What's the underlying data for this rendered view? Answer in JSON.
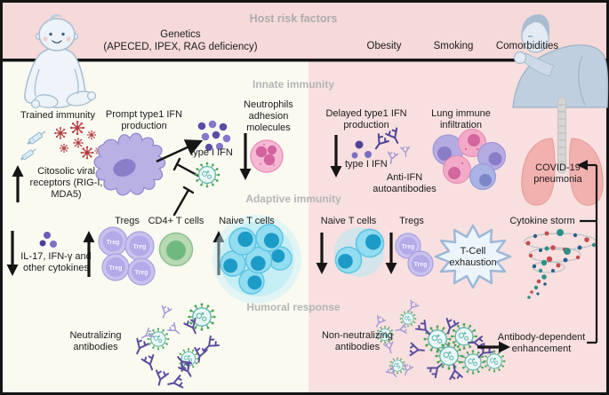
{
  "header": {
    "title": "Host risk factors",
    "genetics_title": "Genetics",
    "genetics_detail": "(APECED, IPEX, RAG deficiency)",
    "risks": [
      "Obesity",
      "Smoking",
      "Comorbidities"
    ]
  },
  "sections": {
    "innate": "Innate immunity",
    "adaptive": "Adaptive immunity",
    "humoral": "Humoral response"
  },
  "child": {
    "trained_immunity": "Trained immunity",
    "cytosolic_receptors": "Citosolic viral receptors (RIG-I, MDA5)",
    "prompt_ifn": "Prompt type1 IFN production",
    "type_i_ifn": "type I IFN",
    "neutrophils": "Neutrophils adhesion molecules",
    "cytokines": "IL-17, IFN-γ and other cytokines",
    "tregs": "Tregs",
    "cd4_t_cells": "CD4+ T cells",
    "naive_t_cells": "Naive T cells",
    "neutralizing_antibodies": "Neutralizing antibodies"
  },
  "adult": {
    "delayed_ifn": "Delayed type1 IFN production",
    "type_i_ifn": "type I IFN",
    "anti_ifn_autoantibodies": "Anti-IFN autoantibodies",
    "lung_immune_infiltration": "Lung immune infiltration",
    "covid19_pneumonia": "COVID-19 pneumonia",
    "naive_t_cells": "Naive T cells",
    "tregs": "Tregs",
    "t_cell_exhaustion": "T-Cell exhaustion",
    "cytokine_storm": "Cytokine storm",
    "non_neutralizing_antibodies": "Non-neutralizing antibodies",
    "antibody_dependent_enhancement": "Antibody-dependent enhancement"
  },
  "cell_labels": {
    "treg": "Treg"
  },
  "colors": {
    "left_panel": "#fafaf1",
    "right_panel": "#f8e0e0",
    "header_band": "#f6d9d9",
    "section_label": "#b5b5b5",
    "text": "#1c1c1c",
    "border": "#141414"
  }
}
